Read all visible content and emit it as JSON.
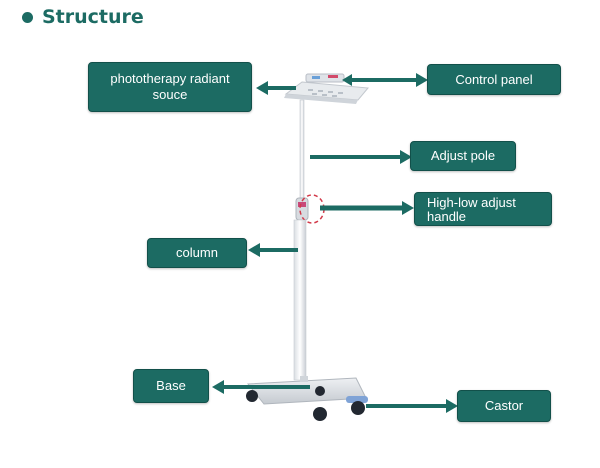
{
  "heading": {
    "text": "Structure",
    "bullet_color": "#1c6b63"
  },
  "labels": {
    "radiant_source": "phototherapy radiant souce",
    "control_panel": "Control panel",
    "adjust_pole": "Adjust pole",
    "handle": "High-low adjust handle",
    "column": "column",
    "base": "Base",
    "castor": "Castor"
  },
  "colors": {
    "label_bg": "#1c6b63",
    "label_text": "#ffffff"
  }
}
